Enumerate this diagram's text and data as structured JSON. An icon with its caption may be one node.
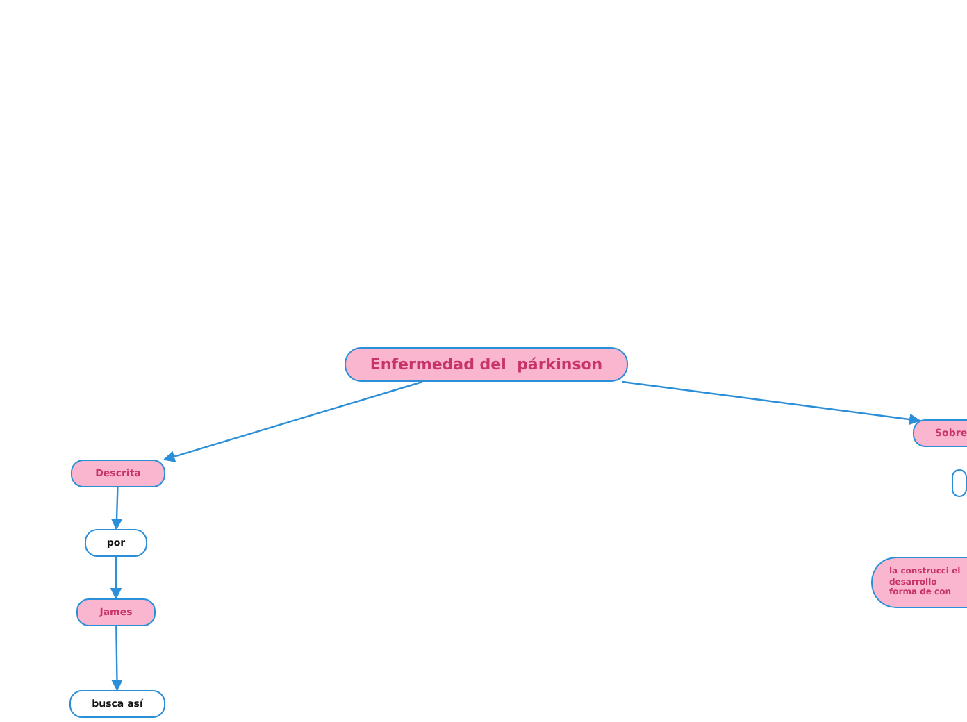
{
  "diagram": {
    "nodes": [
      {
        "text": [
          "Enfermedad del  párkinson"
        ]
      },
      {
        "text": [
          "Descrita"
        ]
      },
      {
        "text": [
          "por"
        ]
      },
      {
        "text": [
          "James"
        ]
      },
      {
        "text": [
          "busca así"
        ]
      },
      {
        "text": [
          "Sobre"
        ]
      },
      {
        "text": [],
        "shape": "box"
      },
      {
        "text": [
          "la construcci el desarrollo forma de con"
        ]
      }
    ],
    "edges": [
      {
        "from": 0,
        "to": 1,
        "arrow": "to"
      },
      {
        "from": 0,
        "to": 5,
        "arrow": "to"
      },
      {
        "from": 1,
        "to": 2,
        "arrow": "to"
      },
      {
        "from": 2,
        "to": 3,
        "arrow": "to"
      },
      {
        "from": 3,
        "to": 4,
        "arrow": "to"
      }
    ]
  }
}
